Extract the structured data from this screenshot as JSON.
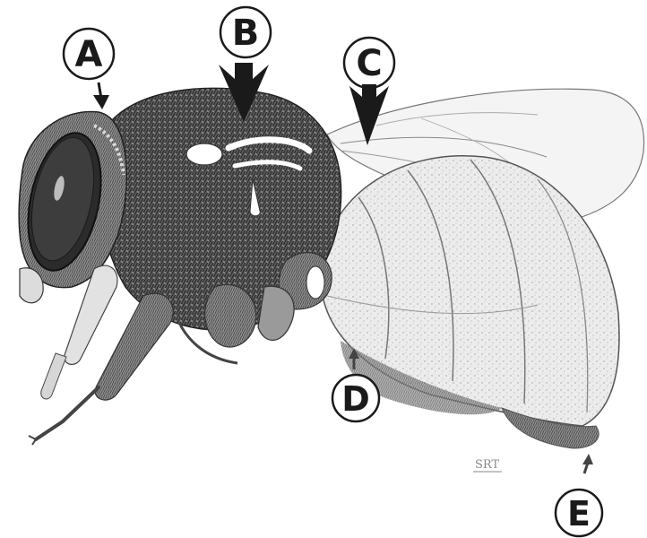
{
  "diagram": {
    "subject": "bee",
    "labels": [
      {
        "id": "a",
        "text": "A"
      },
      {
        "id": "b",
        "text": "B"
      },
      {
        "id": "c",
        "text": "C"
      },
      {
        "id": "d",
        "text": "D"
      },
      {
        "id": "e",
        "text": "E"
      }
    ],
    "signature": "SRT"
  },
  "colors": {
    "ink": "#1a1a1a",
    "body_dark": "#3a3a3a",
    "body_mid": "#7a7a7a",
    "abdomen": "#e9e9e9",
    "wing": "#f4f4f4"
  }
}
